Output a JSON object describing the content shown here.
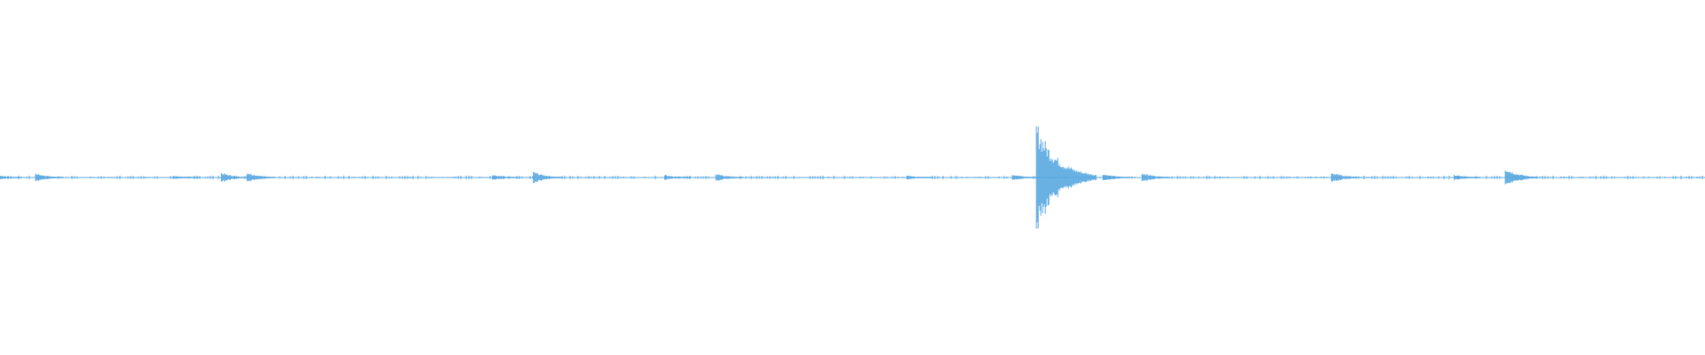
{
  "waveform": {
    "color": "#5aa8e0",
    "background": "#ffffff",
    "normalized_peaks": [
      {
        "t": 0.0,
        "a": 0.05
      },
      {
        "t": 0.024,
        "a": 0.08
      },
      {
        "t": 0.105,
        "a": 0.03
      },
      {
        "t": 0.133,
        "a": 0.09
      },
      {
        "t": 0.148,
        "a": 0.1
      },
      {
        "t": 0.292,
        "a": 0.05
      },
      {
        "t": 0.316,
        "a": 0.11
      },
      {
        "t": 0.393,
        "a": 0.05
      },
      {
        "t": 0.423,
        "a": 0.07
      },
      {
        "t": 0.535,
        "a": 0.04
      },
      {
        "t": 0.597,
        "a": 0.06
      },
      {
        "t": 0.611,
        "a": 1.0
      },
      {
        "t": 0.65,
        "a": 0.07
      },
      {
        "t": 0.673,
        "a": 0.09
      },
      {
        "t": 0.784,
        "a": 0.1
      },
      {
        "t": 0.856,
        "a": 0.05
      },
      {
        "t": 0.886,
        "a": 0.18
      }
    ]
  }
}
